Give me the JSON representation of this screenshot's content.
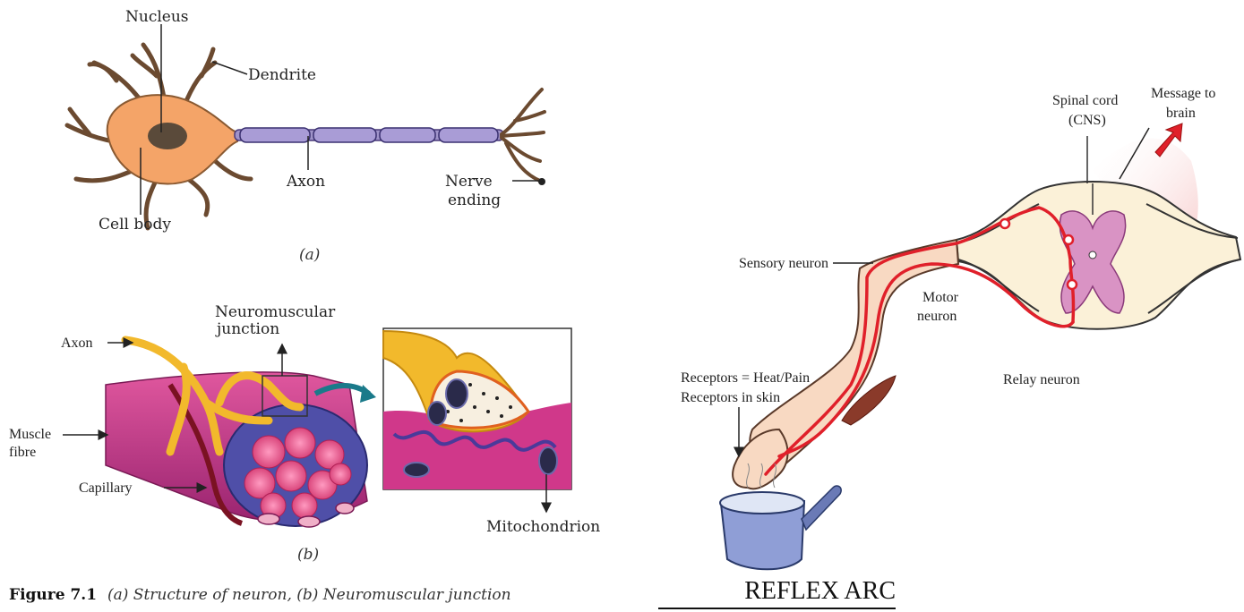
{
  "neuron": {
    "nucleus": "Nucleus",
    "dendrite": "Dendrite",
    "cell_body": "Cell body",
    "axon": "Axon",
    "nerve_ending_1": "Nerve",
    "nerve_ending_2": "ending",
    "sublabel": "(a)"
  },
  "nmj": {
    "neuromuscular_1": "Neuromuscular",
    "neuromuscular_2": "junction",
    "axon": "Axon",
    "muscle_1": "Muscle",
    "muscle_2": "fibre",
    "capillary": "Capillary",
    "mitochondrion": "Mitochondrion",
    "sublabel": "(b)"
  },
  "caption": {
    "figure": "Figure 7.1",
    "text": "(a) Structure of neuron, (b) Neuromuscular junction"
  },
  "reflex": {
    "title": "REFLEX ARC",
    "spinal_cord_1": "Spinal cord",
    "spinal_cord_2": "(CNS)",
    "message_1": "Message to",
    "message_2": "brain",
    "sensory": "Sensory neuron",
    "motor_1": "Motor",
    "motor_2": "neuron",
    "relay": "Relay neuron",
    "receptors_1": "Receptors = Heat/Pain",
    "receptors_2": "Receptors in skin"
  },
  "colors": {
    "cell_body": "#f4a468",
    "nerve_red": "#e0202a",
    "muscle_magenta": "#c03a8a",
    "axon_yellow": "#f2b92c"
  }
}
